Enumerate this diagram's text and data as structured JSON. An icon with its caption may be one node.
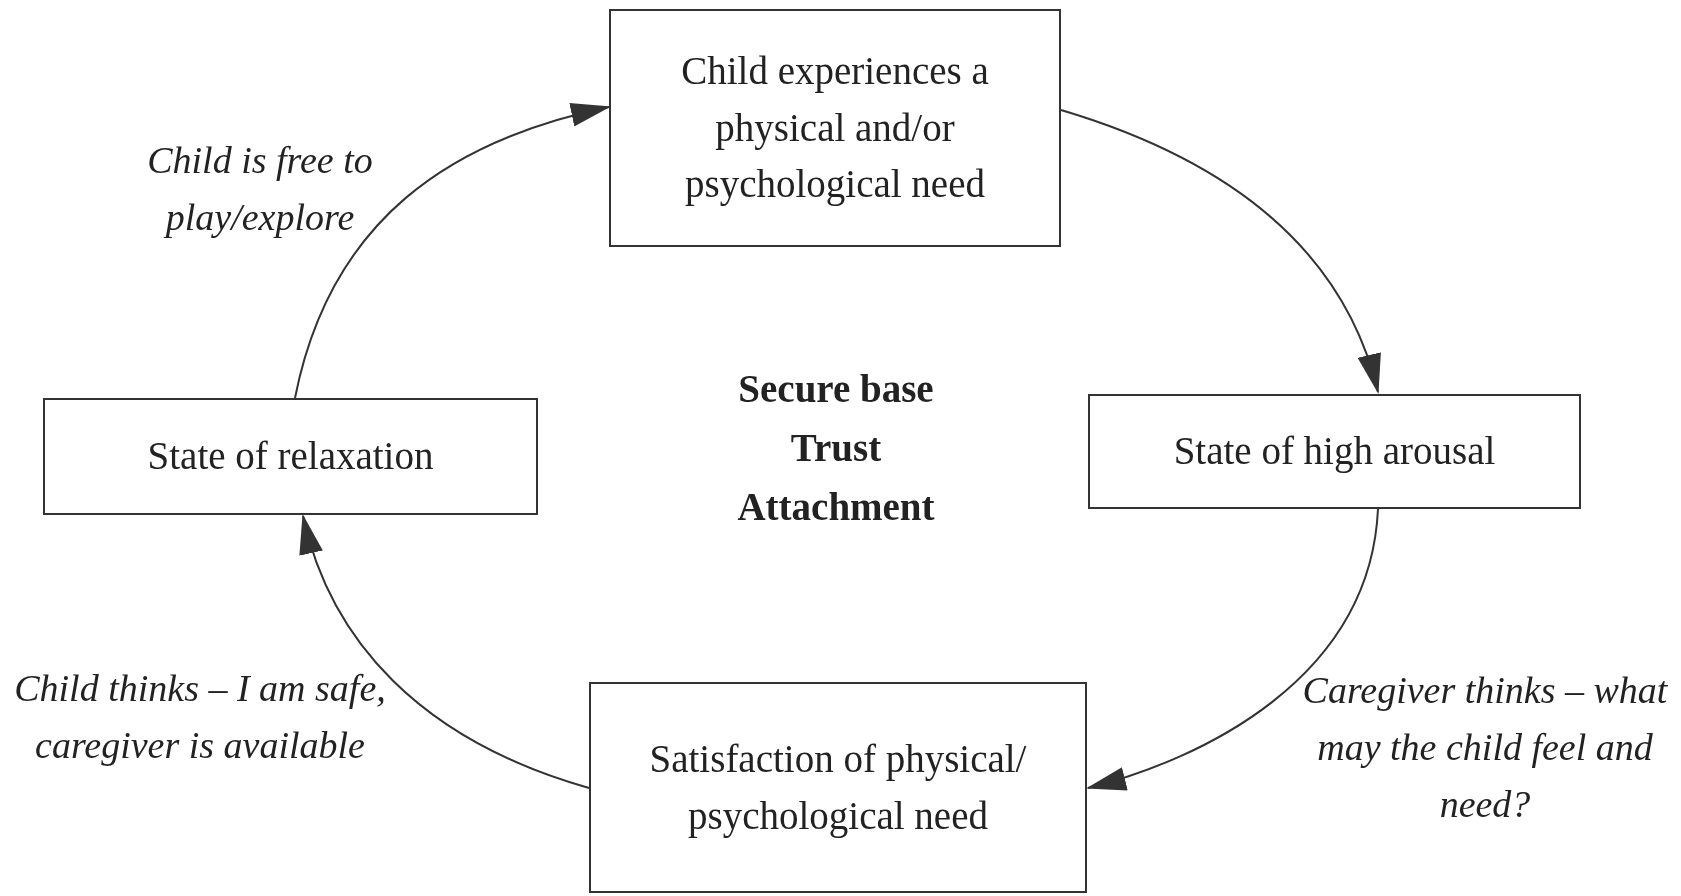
{
  "diagram": {
    "nodes": [
      {
        "text": [
          "Child experiences a physical and/or psychological need"
        ]
      },
      {
        "text": [
          "State of high arousal"
        ]
      },
      {
        "text": [
          "Satisfaction of physical/ psychological need"
        ]
      },
      {
        "text": [
          "State of relaxation"
        ]
      }
    ],
    "edges": [
      {
        "from": 0,
        "to": 1,
        "arrow": "to"
      },
      {
        "from": 1,
        "to": 2,
        "arrow": "to",
        "label": "Caregiver thinks – what may the child feel and need?"
      },
      {
        "from": 2,
        "to": 3,
        "arrow": "to",
        "label": "Child thinks – I am safe, caregiver is available"
      },
      {
        "from": 3,
        "to": 0,
        "arrow": "to",
        "label": "Child is free to play/explore"
      }
    ],
    "labels": [
      "Secure base",
      "Trust",
      "Attachment"
    ]
  }
}
